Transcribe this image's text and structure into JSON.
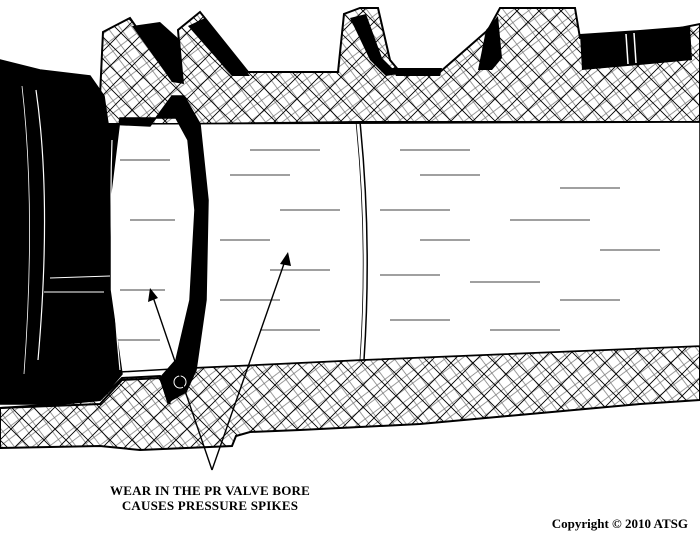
{
  "caption": {
    "line1": "WEAR IN THE PR VALVE BORE",
    "line2": "CAUSES PRESSURE SPIKES"
  },
  "copyright": "Copyright © 2010 ATSG",
  "colors": {
    "ink": "#000000",
    "paper": "#ffffff"
  }
}
